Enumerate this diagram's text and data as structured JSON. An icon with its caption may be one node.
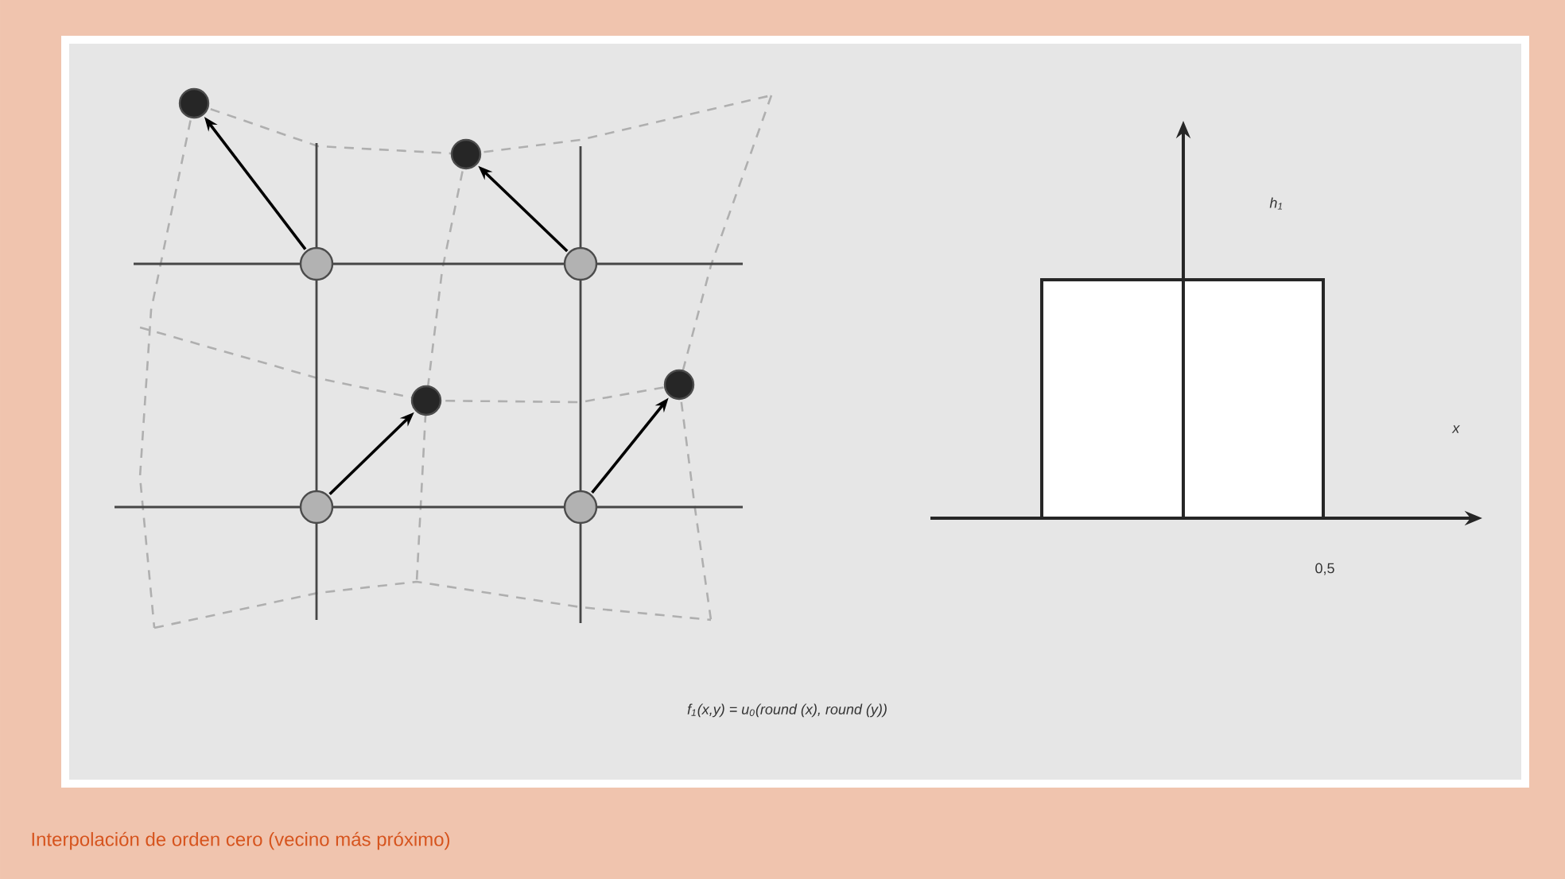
{
  "diagram": {
    "caption": "Interpolación de orden cero (vecino más próximo)",
    "nodes": [
      {
        "text": [],
        "shape": "circle"
      },
      {
        "text": [],
        "shape": "circle"
      },
      {
        "text": [],
        "shape": "circle"
      },
      {
        "text": [],
        "shape": "circle"
      },
      {
        "text": [],
        "shape": "circle"
      },
      {
        "text": [],
        "shape": "circle"
      },
      {
        "text": [],
        "shape": "circle"
      },
      {
        "text": [],
        "shape": "circle"
      }
    ],
    "edges": [
      {
        "from": 2,
        "to": 0,
        "arrow": "to"
      },
      {
        "from": 3,
        "to": 1,
        "arrow": "to"
      },
      {
        "from": 6,
        "to": 5,
        "arrow": "to"
      },
      {
        "from": 7,
        "to": 4,
        "arrow": "to"
      }
    ],
    "labels": [
      "h$_{1}$",
      "x",
      "0,5",
      "f$_{1}$(x,y) = u$_{0}$(round (x), round (y))"
    ]
  }
}
